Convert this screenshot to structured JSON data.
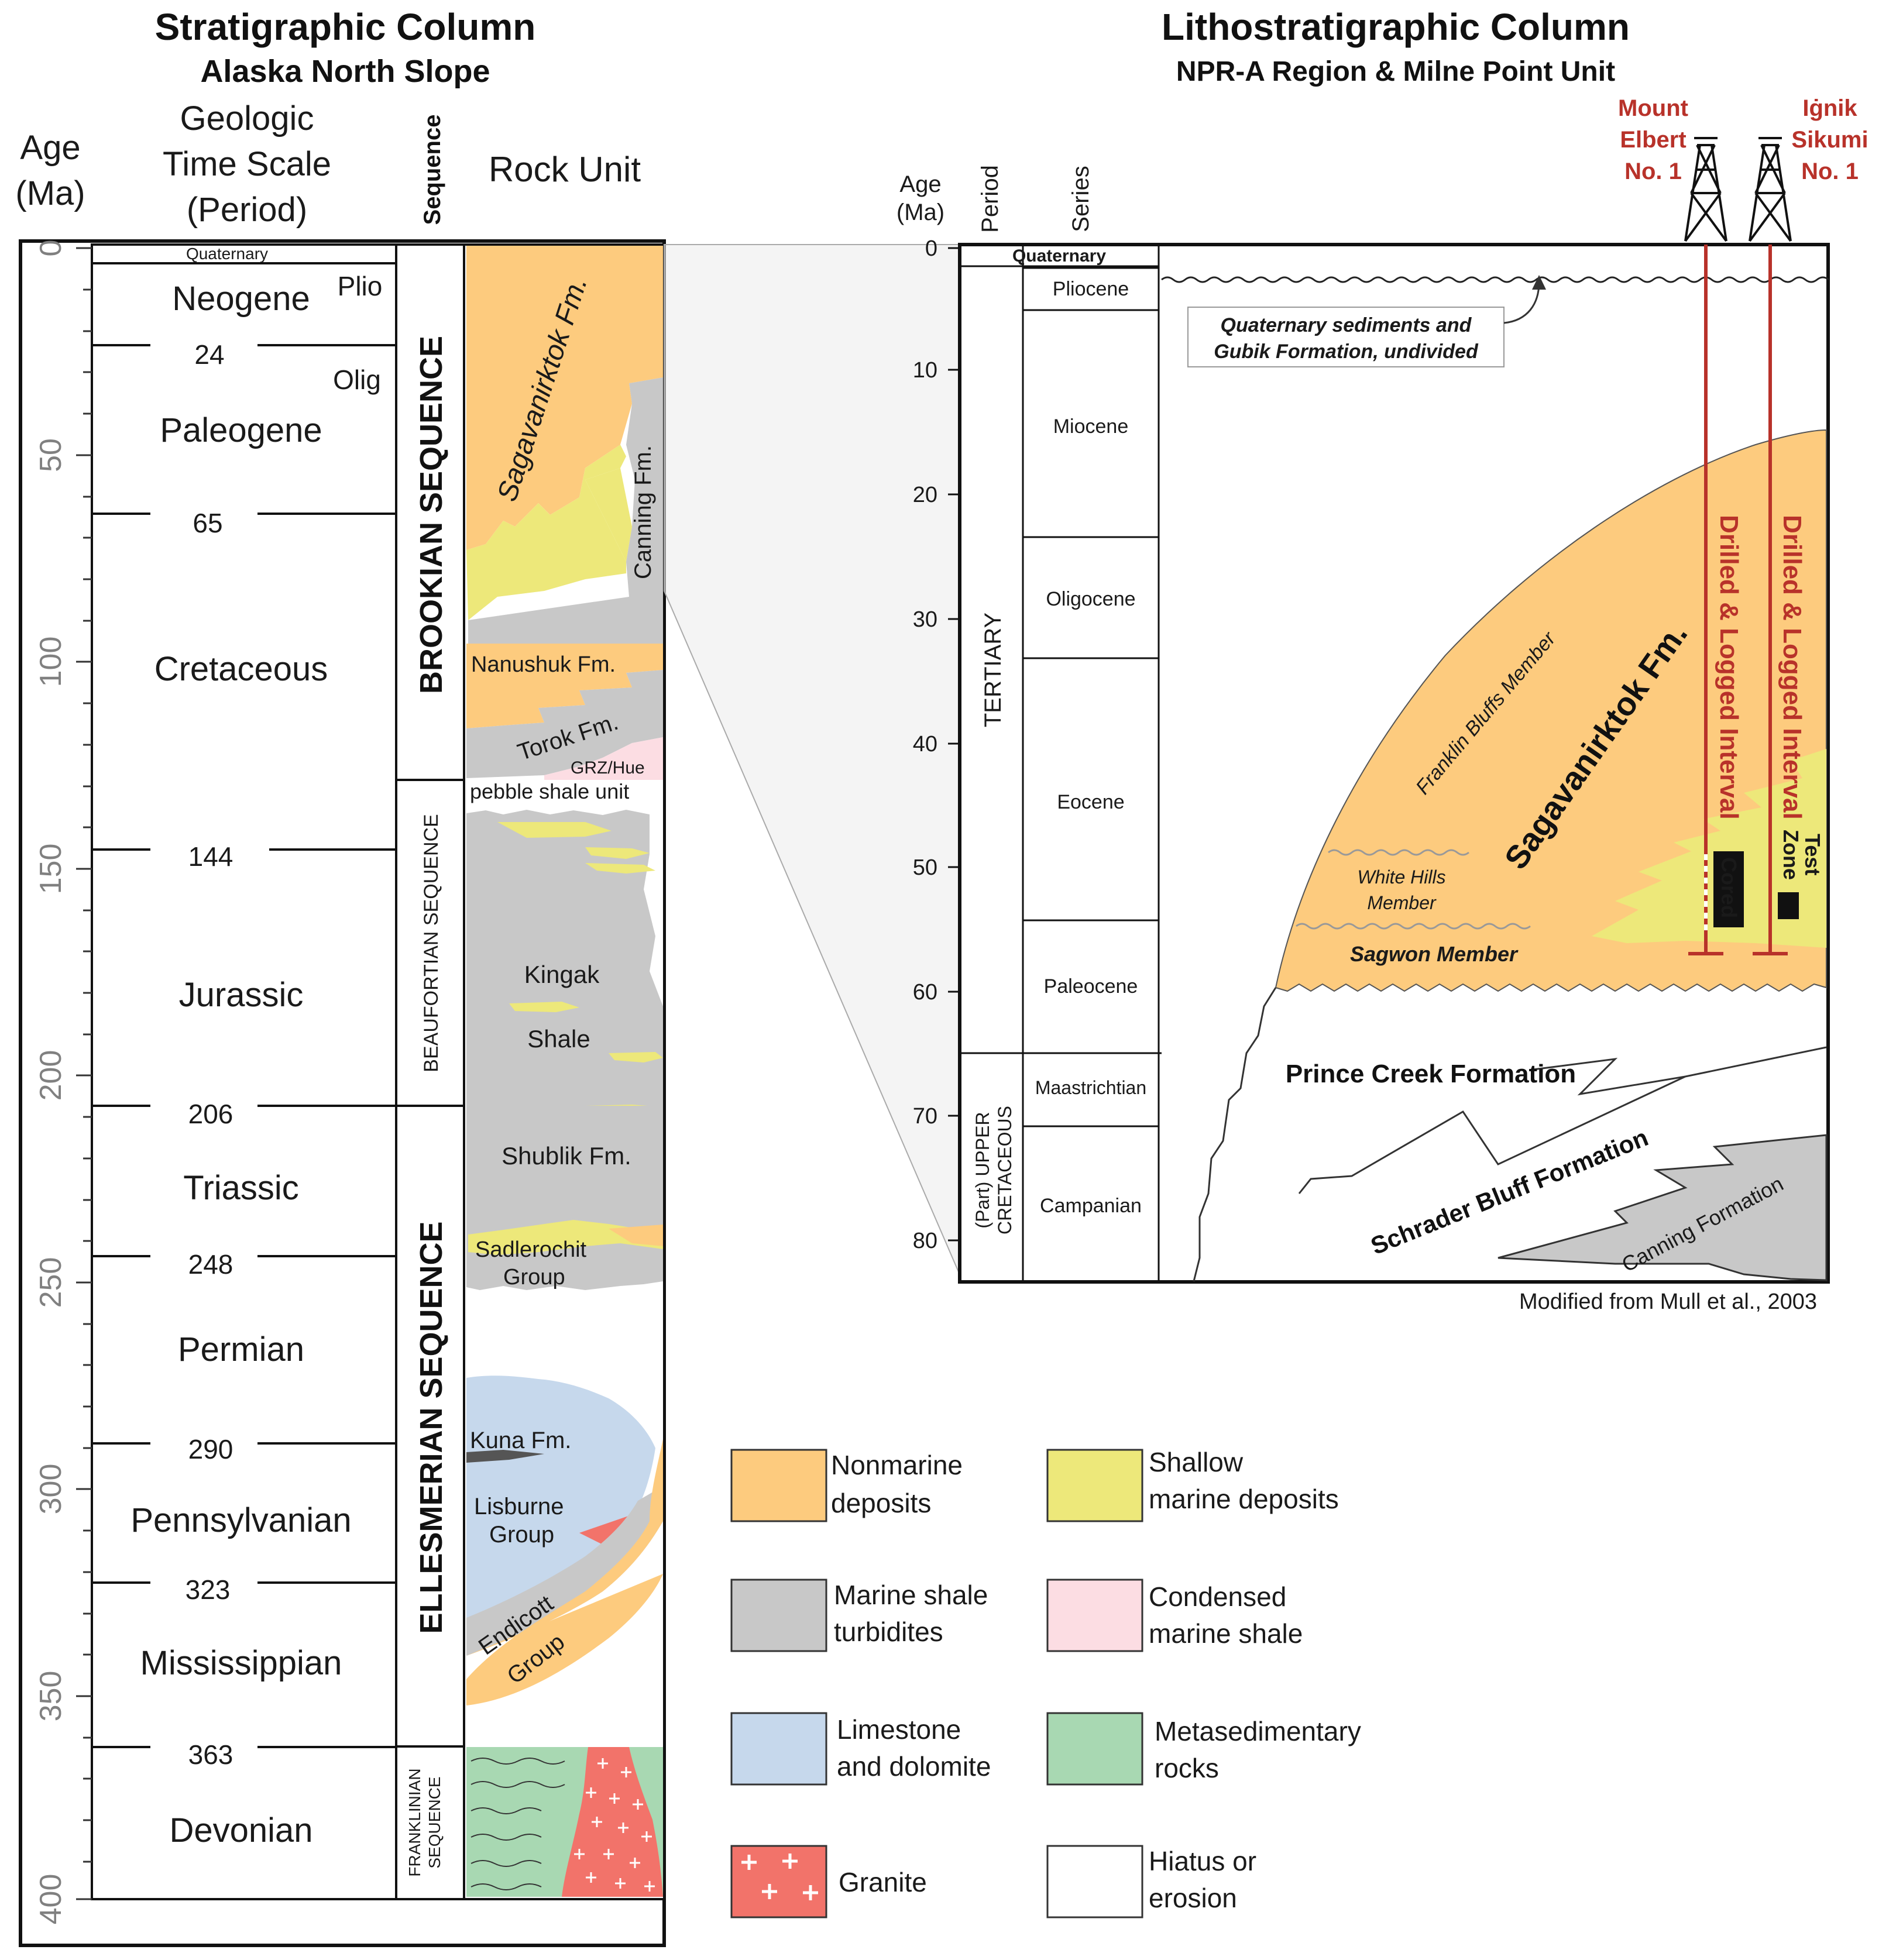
{
  "left": {
    "title": "Stratigraphic Column",
    "subtitle": "Alaska North Slope",
    "col_age": [
      "Age",
      "(Ma)"
    ],
    "col_time": [
      "Geologic",
      "Time Scale",
      "(Period)"
    ],
    "col_seq": "Sequence",
    "col_rock": "Rock Unit",
    "age_ticks": [
      "0",
      "50",
      "100",
      "150",
      "200",
      "250",
      "300",
      "350",
      "400"
    ],
    "periods": [
      "Quaternary",
      "Neogene",
      "Paleogene",
      "Cretaceous",
      "Jurassic",
      "Triassic",
      "Permian",
      "Pennsylvanian",
      "Mississippian",
      "Devonian"
    ],
    "epochs": [
      "Plio",
      "Olig"
    ],
    "boundaries": [
      "24",
      "65",
      "144",
      "206",
      "248",
      "290",
      "323",
      "363"
    ],
    "sequences": [
      "BROOKIAN SEQUENCE",
      "BEAUFORTIAN SEQUENCE",
      "ELLESMERIAN SEQUENCE",
      "FRANKLINIAN",
      "SEQUENCE"
    ],
    "rock_units": {
      "sag": "Sagavanirktok Fm.",
      "canning": "Canning Fm.",
      "nanushuk": "Nanushuk Fm.",
      "torok": "Torok Fm.",
      "grz": "GRZ/Hue",
      "pebble": "pebble shale unit",
      "kingak": "Kingak",
      "shale": "Shale",
      "shublik": "Shublik Fm.",
      "sadlerochit": "Sadlerochit",
      "sad_group": "Group",
      "kuna": "Kuna Fm.",
      "lisburne": "Lisburne",
      "lis_group": "Group",
      "endicott": "Endicott",
      "end_group": "Group"
    }
  },
  "right": {
    "title": "Lithostratigraphic Column",
    "subtitle": "NPR-A Region & Milne Point Unit",
    "col_age": [
      "Age",
      "(Ma)"
    ],
    "col_period": "Period",
    "col_series": "Series",
    "age_ticks": [
      "0",
      "10",
      "20",
      "30",
      "40",
      "50",
      "60",
      "70",
      "80"
    ],
    "periods": [
      "Quaternary",
      "TERTIARY",
      "(Part) UPPER",
      "CRETACEOUS"
    ],
    "series": [
      "Pliocene",
      "Miocene",
      "Oligocene",
      "Eocene",
      "Paleocene",
      "Maastrichtian",
      "Campanian"
    ],
    "wells": [
      {
        "name": [
          "Mount",
          "Elbert",
          "No. 1"
        ],
        "interval": "Drilled & Logged Interval",
        "tag": "Cored"
      },
      {
        "name": [
          "Iġnik",
          "Sikumi",
          "No. 1"
        ],
        "interval": "Drilled & Logged Interval",
        "tag": "Test Zone"
      }
    ],
    "test_zone": [
      "Test",
      "Zone"
    ],
    "callout": [
      "Quaternary sediments and",
      "Gubik Formation, undivided"
    ],
    "formations": {
      "sag": "Sagavanirktok Fm.",
      "franklin": "Franklin Bluffs Member",
      "white_hills": [
        "White Hills",
        "Member"
      ],
      "sagwon": "Sagwon Member",
      "prince": "Prince Creek Formation",
      "schrader": "Schrader Bluff Formation",
      "canning": "Canning Formation"
    },
    "credit": "Modified from Mull et al., 2003"
  },
  "legend": [
    {
      "label": [
        "Nonmarine",
        "deposits"
      ],
      "color": "#fdcb7e"
    },
    {
      "label": [
        "Shallow",
        "marine deposits"
      ],
      "color": "#ede87a"
    },
    {
      "label": [
        "Marine shale",
        "turbidites"
      ],
      "color": "#c8c8c8"
    },
    {
      "label": [
        "Condensed",
        "marine shale"
      ],
      "color": "#fcdde3"
    },
    {
      "label": [
        "Limestone",
        "and dolomite"
      ],
      "color": "#c6d8ec"
    },
    {
      "label": [
        "Metasedimentary",
        "rocks"
      ],
      "color": "#a8d8b2"
    },
    {
      "label": [
        "Granite"
      ],
      "color": "#f2736a"
    },
    {
      "label": [
        "Hiatus or",
        "erosion"
      ],
      "color": "#ffffff"
    }
  ],
  "colors": {
    "nonmarine": "#fdcb7e",
    "shallow": "#ede87a",
    "shale": "#c8c8c8",
    "condensed": "#fcdde3",
    "limestone": "#c6d8ec",
    "metased": "#a8d8b2",
    "granite": "#f2736a",
    "well": "#b8322a"
  }
}
